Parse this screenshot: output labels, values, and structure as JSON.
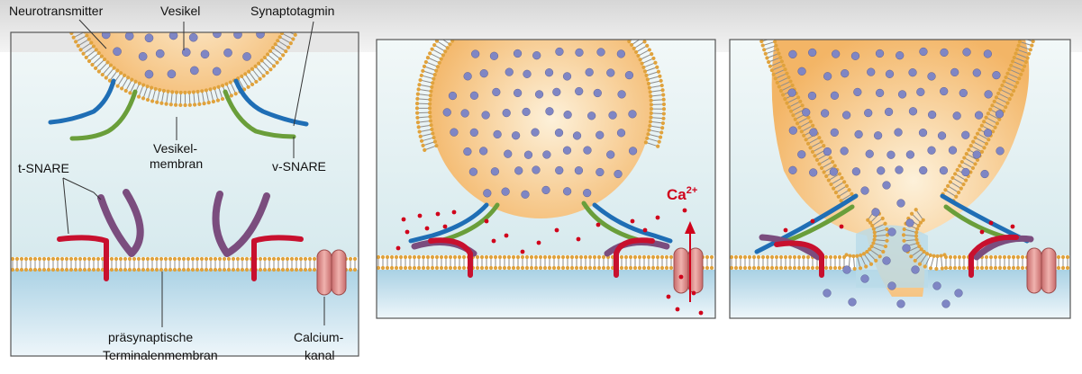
{
  "labels": {
    "neurotransmitter": "Neurotransmitter",
    "vesikel": "Vesikel",
    "synaptotagmin": "Synaptotagmin",
    "vesikel_membran_1": "Vesikel-",
    "vesikel_membran_2": "membran",
    "t_snare": "t-SNARE",
    "v_snare": "v-SNARE",
    "terminal_1": "präsynaptische",
    "terminal_2": "Terminalenmembran",
    "calcium_1": "Calcium-",
    "calcium_2": "kanal",
    "ca_base": "Ca",
    "ca_sup": "2+"
  },
  "colors": {
    "header": "#d9d9d9",
    "cytosol": "#e4f1f2",
    "cleft": "#bcdbea",
    "vesicle": "#f5c27a",
    "vesicle_light": "#fbe6c3",
    "lipid_head": "#e0a23c",
    "lipid_tail": "#8c8c8c",
    "synaptotagmin": "#1f6eb5",
    "v_snare": "#6a9e3a",
    "t_snare": "#c8102e",
    "syntaxin": "#7b4d7e",
    "transmitter": "#7f86c4",
    "calcium_ion": "#d0021b",
    "channel": "#e49a9a"
  }
}
